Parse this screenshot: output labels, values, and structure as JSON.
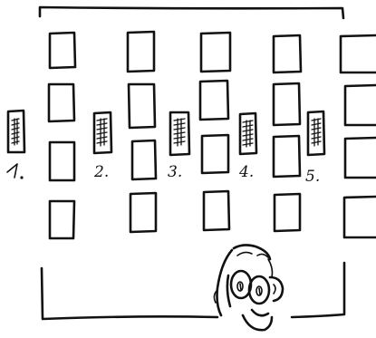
{
  "station_labels": [
    "1.",
    "2.",
    "3.",
    "4.",
    "5."
  ],
  "colors": {
    "ink": "#111111",
    "paper": "#ffffff"
  },
  "icons": {
    "person": "person-face-with-glasses-icon",
    "station": "hatched-station-icon",
    "seat": "rectangle-seat-icon"
  }
}
